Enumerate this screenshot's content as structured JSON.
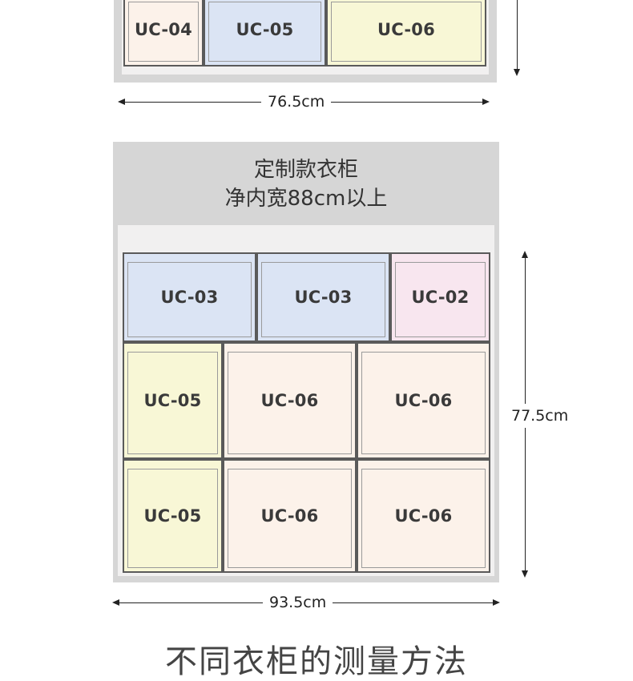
{
  "top_cabinet": {
    "drawers": [
      {
        "label": "UC-04",
        "color": "#fcf2ea"
      },
      {
        "label": "UC-05",
        "color": "#dbe4f4"
      },
      {
        "label": "UC-06",
        "color": "#f8f7d6"
      }
    ],
    "width_label": "76.5cm"
  },
  "cabinet": {
    "title": "定制款衣柜",
    "subtitle": "净内宽88cm以上",
    "rows": [
      [
        {
          "label": "UC-03",
          "color": "#dbe4f4"
        },
        {
          "label": "UC-03",
          "color": "#dbe4f4"
        },
        {
          "label": "UC-02",
          "color": "#f8e6ef"
        }
      ],
      [
        {
          "label": "UC-05",
          "color": "#f8f7d6"
        },
        {
          "label": "UC-06",
          "color": "#fcf2ea"
        },
        {
          "label": "UC-06",
          "color": "#fcf2ea"
        }
      ],
      [
        {
          "label": "UC-05",
          "color": "#f8f7d6"
        },
        {
          "label": "UC-06",
          "color": "#fcf2ea"
        },
        {
          "label": "UC-06",
          "color": "#fcf2ea"
        }
      ]
    ],
    "width_label": "93.5cm",
    "height_label": "77.5cm"
  },
  "bottom_heading": "不同衣柜的测量方法"
}
